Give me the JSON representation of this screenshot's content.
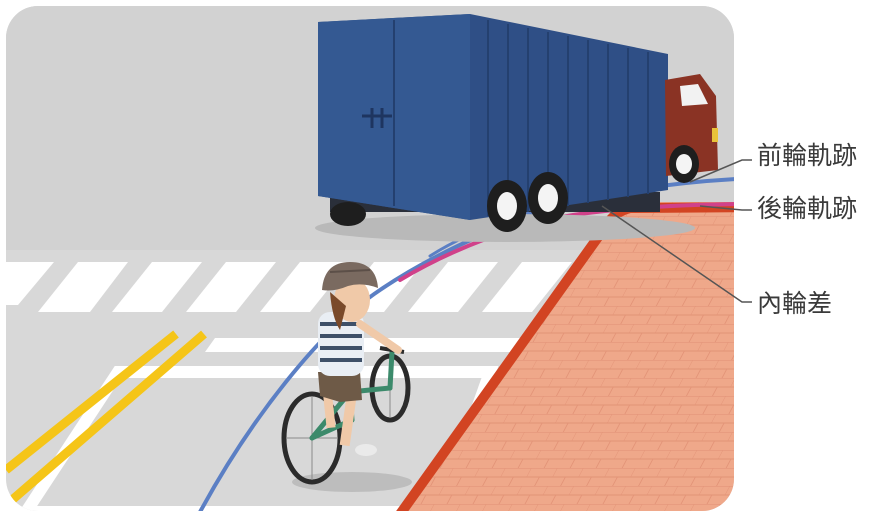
{
  "labels": {
    "front_wheel_track": "前輪軌跡",
    "rear_wheel_track": "後輪軌跡",
    "inner_wheel_difference": "內輪差"
  },
  "colors": {
    "road": "#d9d9d9",
    "sidewalk": "#efa88a",
    "curb": "#d24422",
    "container": "#2f4f86",
    "cab": "#8a3324",
    "front_track": "#5b7fc4",
    "rear_track": "#d0418a",
    "crosswalk": "#ffffff",
    "center_line": "#f5c518",
    "callout_line": "#555555"
  },
  "icons": [
    "truck-icon",
    "cyclist-icon"
  ]
}
